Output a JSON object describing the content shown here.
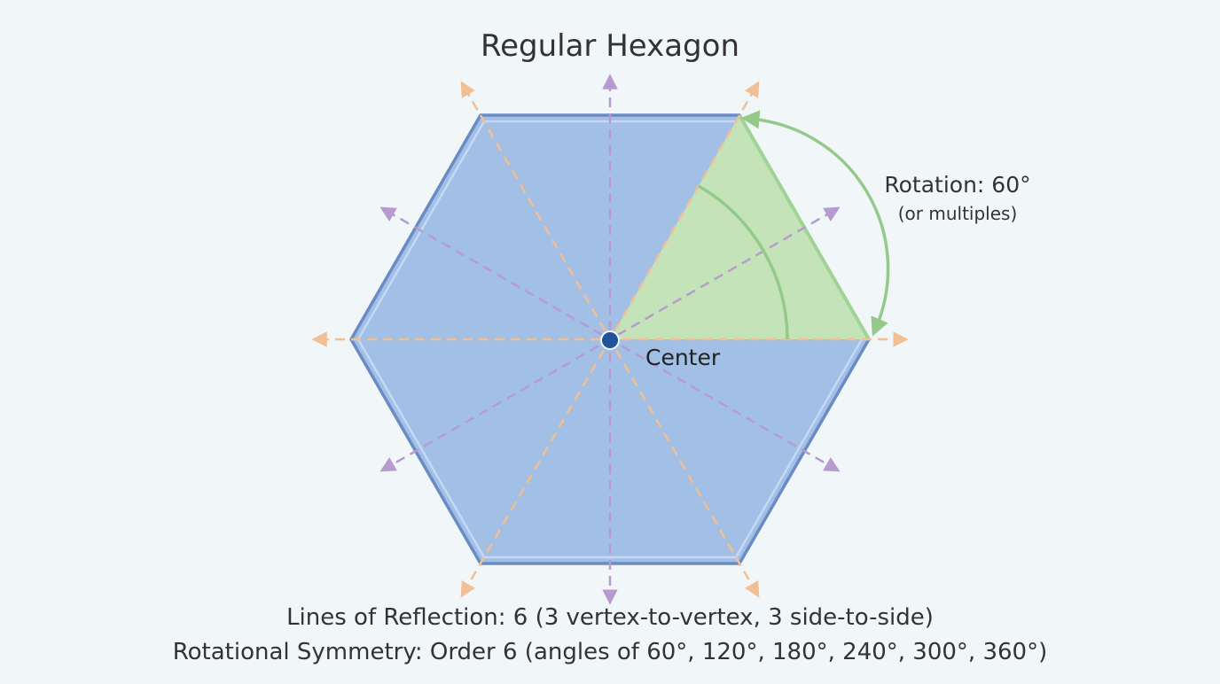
{
  "title": "Regular Hexagon",
  "center_label": "Center",
  "rotation": {
    "label": "Rotation: 60°",
    "note": "(or multiples)"
  },
  "footer": {
    "reflection_line": "Lines of Reflection: 6 (3 vertex-to-vertex, 3 side-to-side)",
    "rotation_line": "Rotational Symmetry: Order 6 (angles of 60°, 120°, 180°, 240°, 300°, 360°)"
  },
  "colors": {
    "background": "#f1f6f8",
    "hexagon_fill": "#a2bfe6",
    "hexagon_stroke": "#6a8cc4",
    "hexagon_inner_edge": "#c5d8f5",
    "vertex_axis": "#f2bf94",
    "side_axis": "#b79bd0",
    "rotation_wedge": "#c4e3b8",
    "rotation_arc": "#95c98a",
    "center_dot": "#22549a",
    "text": "#333333"
  }
}
